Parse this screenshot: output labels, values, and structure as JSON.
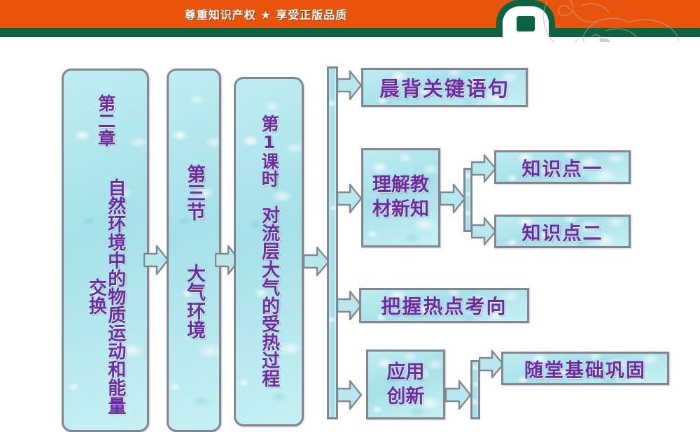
{
  "header": {
    "title": "尊重知识产权 ★ 享受正版品质",
    "orange": "#E8540C",
    "green": "#0B6340",
    "notch_icon": "house-notch"
  },
  "theme": {
    "box_fill_light": "#C6F1F4",
    "box_fill_dark": "#A6E0E8",
    "box_border": "#85858F",
    "text_purple": "#6A2BA6"
  },
  "flow": {
    "chapter": {
      "label_top": "第二章",
      "label_body": "自然环境中的物质运动和能量交换"
    },
    "section": {
      "label_top": "第三节",
      "label_body": "大气环境"
    },
    "lesson": {
      "label_top": "第1课时",
      "label_body": "对流层大气的受热过程"
    },
    "branches": [
      {
        "id": "morning-review",
        "label": "晨背关键语句"
      },
      {
        "id": "understand-text",
        "label": "理解教材新知"
      },
      {
        "id": "grasp-exam-trends",
        "label": "把握热点考向"
      },
      {
        "id": "apply-innovate",
        "label": "应用创新"
      }
    ],
    "knowledge_points": [
      {
        "id": "point-one",
        "label": "知识点一"
      },
      {
        "id": "point-two",
        "label": "知识点二"
      }
    ],
    "practice": [
      {
        "id": "classroom-basics",
        "label": "随堂基础巩固"
      }
    ]
  }
}
